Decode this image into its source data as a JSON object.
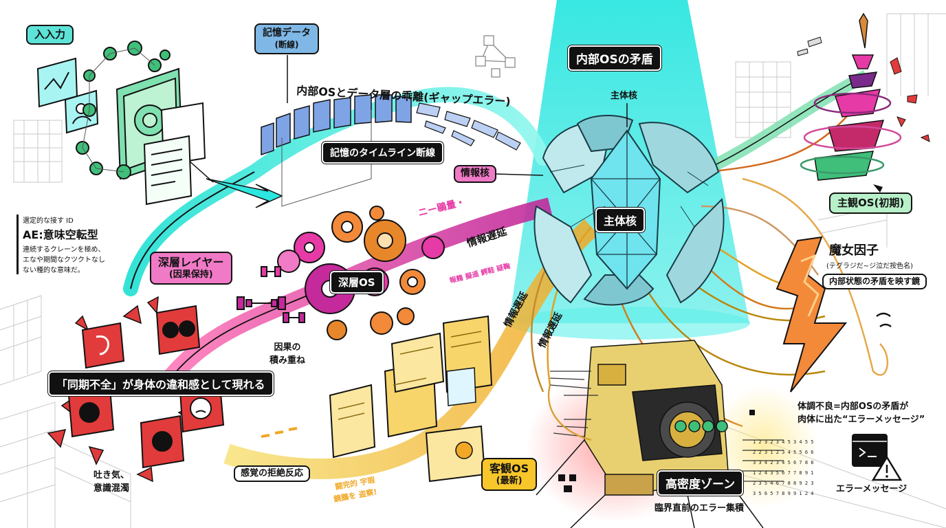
{
  "colors": {
    "cyan": "#2ee6e0",
    "cyan_light": "#a8f4f2",
    "magenta": "#e63aa6",
    "magenta_light": "#f07ac6",
    "orange": "#f08a2a",
    "red": "#e23b3b",
    "yellow": "#f2c230",
    "green": "#3fbf7a",
    "green_light": "#b8f0c9",
    "dark": "#111111"
  },
  "labels": {
    "input": "入入力",
    "memory_data_title": "記憶データ",
    "memory_data_sub": "(断線)",
    "gap_error_text": "内部OSとデータ層の乖離(ギャップエラー)",
    "timeline_break": "記憶のタイムライン断線",
    "internal_os_conflict": "内部OSの矛盾",
    "core_top": "主体核",
    "info_core": "情報核",
    "core_center": "主体核",
    "subjective_os_title": "主観OS(初期)",
    "witch_factor_title": "魔女因子",
    "witch_factor_sub": "(テグラジだ~ジ泣だ按色名)",
    "witch_mirror": "内部状態の矛盾を映す鏡",
    "ae_small": "選定的な接す ID",
    "ae_title": "AE:意味空転型",
    "ae_desc_1": "連続するクレーンを極め、",
    "ae_desc_2": "エなや期間なクツクトなし",
    "ae_desc_3": "ない種的な意味だ。",
    "deep_layer_title": "深層レイヤー",
    "deep_layer_sub": "(因果保持)",
    "deep_os": "深層OS",
    "info_delay_1": "情報遅延",
    "info_delay_2": "情報遅延",
    "info_delay_3": "情報遅延",
    "causality_1": "因果の",
    "causality_2": "積み重ね",
    "sync_failure": "「同期不全」が身体の違和感として現れる",
    "nausea_1": "吐き気、",
    "nausea_2": "意識混濁",
    "sensory_rejection": "感覚の拒絶反応",
    "objective_os_title": "客観OS",
    "objective_os_sub": "(最新)",
    "high_density_zone": "高密度ゾーン",
    "critical_errors": "臨界直前のエラー集積",
    "illness_1": "体調不良=内部OSの矛盾が",
    "illness_2": "肉体に出た“エラーメッセージ”",
    "error_message": "エラーメッセージ",
    "pink_glitch_1": "ニー鶍量・",
    "pink_glitch_2": "報籍 擬遥 鰐鞋 疑鞠",
    "yellow_glitch_1": "闘完的 宇瑕",
    "yellow_glitch_2": "鏡鵝を 盗察!"
  },
  "icons": {
    "input_dashboard": "dashboard-monitor-icon",
    "chart_card": "chart-card-icon",
    "profile_card": "profile-card-icon",
    "document_card": "document-card-icon",
    "gear": "gear-icon",
    "crystal_core": "crystal-core-icon",
    "error_terminal": "error-terminal-icon",
    "warning_triangle": "warning-triangle-icon",
    "stomach": "stomach-icon",
    "heads_conflict": "heads-conflict-icon",
    "headache": "headache-icon",
    "angry_face": "angry-face-icon",
    "brain_pain": "brain-pain-icon",
    "dumbbell": "dumbbell-icon",
    "circuit_board": "circuit-board-icon",
    "spire": "spire-icon",
    "graph_nodes": "graph-nodes-icon"
  }
}
